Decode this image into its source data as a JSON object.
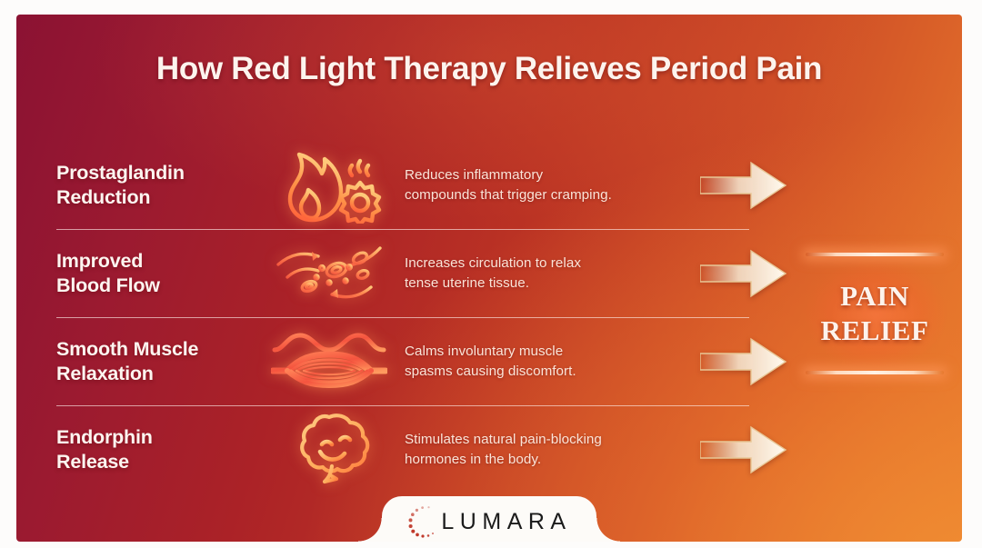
{
  "title": "How Red Light Therapy Relieves Period Pain",
  "theme": {
    "bg_crimson": "#8b1233",
    "bg_red": "#ab2227",
    "bg_orange": "#e8822e",
    "card_edge": "#fdfcfb",
    "heading_text": "#fdf4ee",
    "body_text": "#fae4d8",
    "icon_glow": "#ff9650",
    "logo_dot": "#c0392b"
  },
  "rows": [
    {
      "label": "Prostaglandin Reduction",
      "label_line1": "Prostaglandin",
      "label_line2": "Reduction",
      "icon": "flame-gear-icon",
      "description": "Reduces inflammatory compounds that trigger cramping.",
      "desc_line1": "Reduces inflammatory",
      "desc_line2": "compounds that trigger cramping.",
      "arrow": "arrow-right-icon"
    },
    {
      "label": "Improved Blood Flow",
      "label_line1": "Improved",
      "label_line2": "Blood Flow",
      "icon": "blood-flow-icon",
      "description": "Increases circulation to relax tense uterine tissue.",
      "desc_line1": "Increases circulation to relax",
      "desc_line2": "tense uterine tissue.",
      "arrow": "arrow-right-icon"
    },
    {
      "label": "Smooth Muscle Relaxation",
      "label_line1": "Smooth Muscle",
      "label_line2": "Relaxation",
      "icon": "muscle-fiber-icon",
      "description": "Calms involuntary muscle spasms causing discomfort.",
      "desc_line1": "Calms involuntary muscle",
      "desc_line2": "spasms causing discomfort.",
      "arrow": "arrow-right-icon"
    },
    {
      "label": "Endorphin Release",
      "label_line1": "Endorphin",
      "label_line2": "Release",
      "icon": "smiling-brain-icon",
      "description": "Stimulates natural pain-blocking hormones in the body.",
      "desc_line1": "Stimulates natural pain-blocking",
      "desc_line2": "hormones in the body.",
      "arrow": "arrow-right-icon"
    }
  ],
  "outcome": {
    "line1": "PAIN",
    "line2": "RELIEF"
  },
  "logo": {
    "wordmark": "LUMARA",
    "mark": "dot-arc-icon"
  }
}
